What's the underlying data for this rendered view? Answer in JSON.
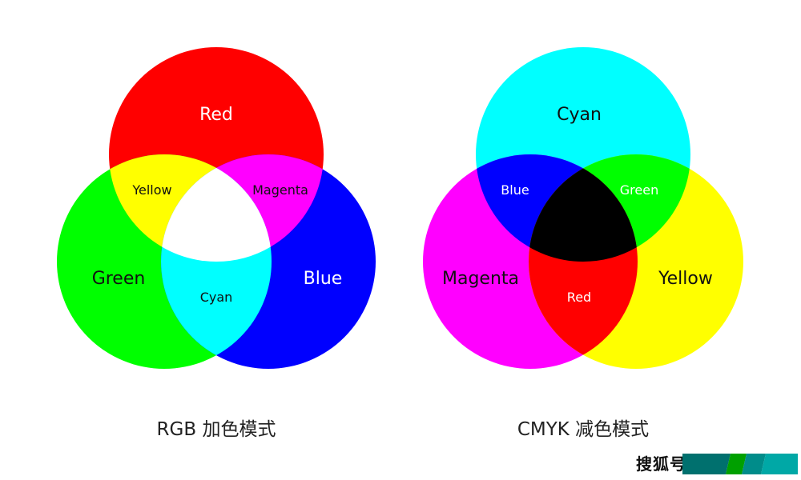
{
  "rgb_model": {
    "caption": "RGB 加色模式",
    "circles": [
      {
        "key": "red",
        "label": "Red",
        "color": "#ff0000"
      },
      {
        "key": "green",
        "label": "Green",
        "color": "#00ff00"
      },
      {
        "key": "blue",
        "label": "Blue",
        "color": "#0000ff"
      }
    ],
    "overlaps": [
      {
        "key": "red-green",
        "label": "Yellow",
        "color": "#ffff00"
      },
      {
        "key": "red-blue",
        "label": "Magenta",
        "color": "#ff00ff"
      },
      {
        "key": "green-blue",
        "label": "Cyan",
        "color": "#00ffff"
      },
      {
        "key": "center",
        "label": "",
        "color": "#ffffff"
      }
    ]
  },
  "cmyk_model": {
    "caption": "CMYK 减色模式",
    "circles": [
      {
        "key": "cyan",
        "label": "Cyan",
        "color": "#00ffff"
      },
      {
        "key": "magenta",
        "label": "Magenta",
        "color": "#ff00ff"
      },
      {
        "key": "yellow",
        "label": "Yellow",
        "color": "#ffff00"
      }
    ],
    "overlaps": [
      {
        "key": "cyan-magenta",
        "label": "Blue",
        "color": "#0000ff"
      },
      {
        "key": "cyan-yellow",
        "label": "Green",
        "color": "#00ff00"
      },
      {
        "key": "magenta-yellow",
        "label": "Red",
        "color": "#ff0000"
      },
      {
        "key": "center",
        "label": "",
        "color": "#000000"
      }
    ]
  },
  "watermark": {
    "text": "搜狐号",
    "colors": [
      "#00706e",
      "#00a000",
      "#008c8a",
      "#00a8a6"
    ]
  }
}
